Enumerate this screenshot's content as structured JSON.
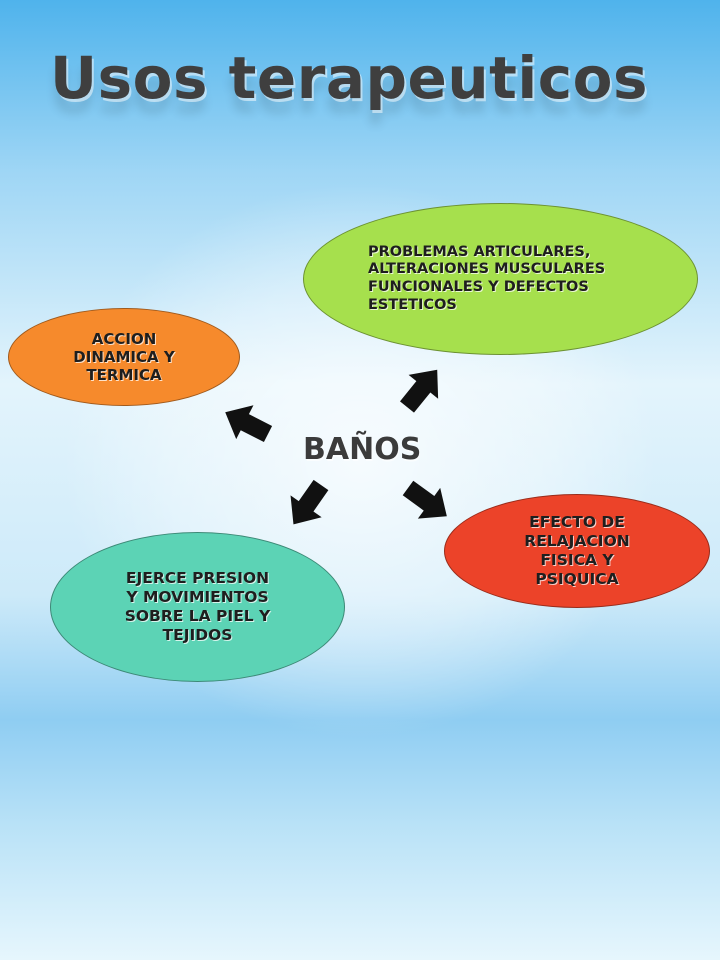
{
  "title": "Usos terapeuticos",
  "center_label": "BAÑOS",
  "nodes": [
    {
      "id": "problemas",
      "lines": [
        "PROBLEMAS ARTICULARES,",
        "ALTERACIONES MUSCULARES",
        "FUNCIONALES Y DEFECTOS",
        "ESTETICOS"
      ],
      "color": "#a6e04d"
    },
    {
      "id": "accion",
      "lines": [
        "ACCION",
        "DINAMICA Y",
        "TERMICA"
      ],
      "color": "#f68a2c"
    },
    {
      "id": "relajacion",
      "lines": [
        "EFECTO DE",
        "RELAJACION",
        "FISICA Y",
        "PSIQUICA"
      ],
      "color": "#ec4329"
    },
    {
      "id": "presion",
      "lines": [
        "EJERCE PRESION",
        "Y MOVIMIENTOS",
        "SOBRE LA PIEL Y",
        "TEJIDOS"
      ],
      "color": "#5cd3b5"
    }
  ],
  "arrow_color": "#111111",
  "arrow_icon": "thick-block-arrow"
}
